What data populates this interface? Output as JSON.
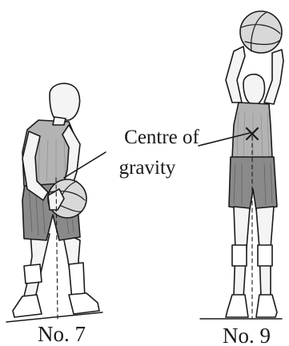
{
  "figure": {
    "annotation_line1": "Centre of",
    "annotation_line2": "gravity",
    "player_left_caption": "No. 7",
    "player_right_caption": "No. 9"
  },
  "colors": {
    "ink": "#1a1a1a",
    "shorts_fill": "#8a8a8a",
    "vest_fill": "#b3b3b3",
    "skin_fill": "#f4f4f4"
  },
  "icons": {
    "cog_marker": "x-cross-marker"
  }
}
